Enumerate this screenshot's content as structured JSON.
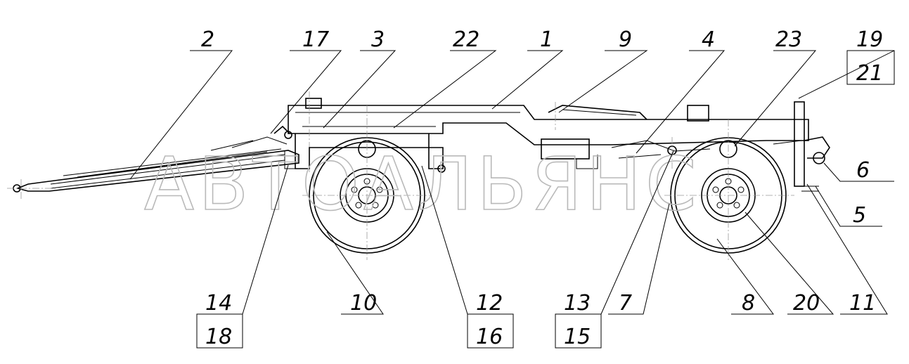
{
  "watermark": "АВТОАЛЬЯНС",
  "callouts": [
    {
      "id": "c2",
      "text": "2"
    },
    {
      "id": "c17",
      "text": "17"
    },
    {
      "id": "c3",
      "text": "3"
    },
    {
      "id": "c22",
      "text": "22"
    },
    {
      "id": "c1",
      "text": "1"
    },
    {
      "id": "c9",
      "text": "9"
    },
    {
      "id": "c4",
      "text": "4"
    },
    {
      "id": "c23",
      "text": "23"
    },
    {
      "id": "c19",
      "text": "19"
    },
    {
      "id": "c21",
      "text": "21"
    },
    {
      "id": "c6",
      "text": "6"
    },
    {
      "id": "c5",
      "text": "5"
    },
    {
      "id": "c14",
      "text": "14"
    },
    {
      "id": "c18",
      "text": "18"
    },
    {
      "id": "c10",
      "text": "10"
    },
    {
      "id": "c12",
      "text": "12"
    },
    {
      "id": "c16",
      "text": "16"
    },
    {
      "id": "c13",
      "text": "13"
    },
    {
      "id": "c15",
      "text": "15"
    },
    {
      "id": "c7",
      "text": "7"
    },
    {
      "id": "c8",
      "text": "8"
    },
    {
      "id": "c20",
      "text": "20"
    },
    {
      "id": "c11",
      "text": "11"
    }
  ]
}
